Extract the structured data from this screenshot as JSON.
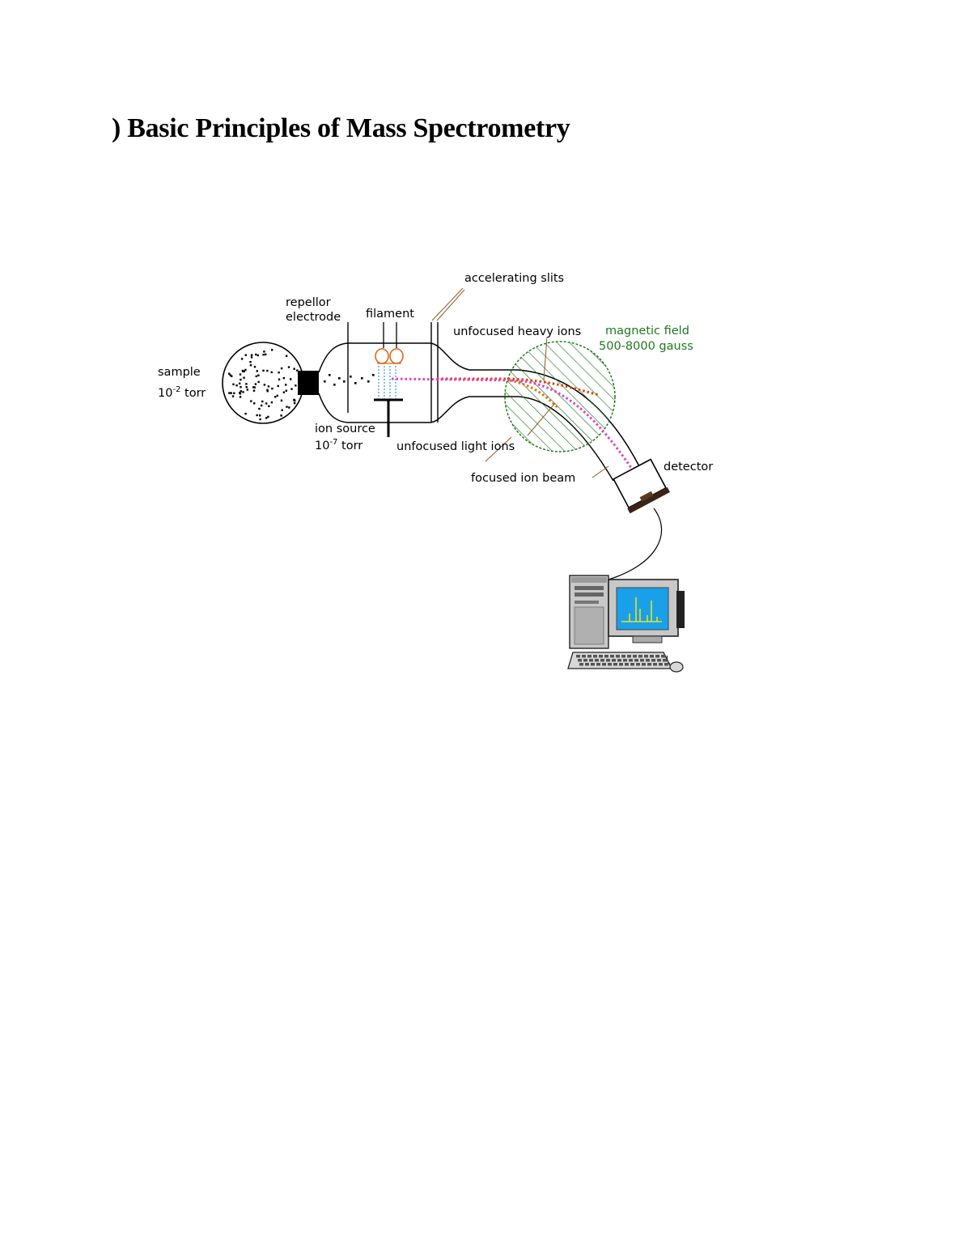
{
  "page": {
    "title": ") Basic Principles of Mass Spectrometry"
  },
  "labels": {
    "sample": "sample",
    "sample_pressure_base": "10",
    "sample_pressure_exp": "-2",
    "sample_pressure_unit": " torr",
    "repellor_line1": "repellor",
    "repellor_line2": "electrode",
    "filament": "filament",
    "accelerating_slits": "accelerating slits",
    "unfocused_heavy_ions": "unfocused heavy ions",
    "magnetic_field_line1": "magnetic field",
    "magnetic_field_line2": "500-8000 gauss",
    "ion_source": "ion source",
    "ion_source_pressure_base": "10",
    "ion_source_pressure_exp": "-7",
    "ion_source_pressure_unit": " torr",
    "unfocused_light_ions": "unfocused light ions",
    "focused_ion_beam": "focused ion beam",
    "detector": "detector"
  },
  "colors": {
    "magnetic_field": "#1e7a1e",
    "focused_beam": "#e040c0",
    "unfocused_ions": "#e05010",
    "screen_blue": "#1aa0e8",
    "spectrum_lines": "#e8e020",
    "filament": "#e06010",
    "ion_source_lines": "#40a0e0"
  }
}
